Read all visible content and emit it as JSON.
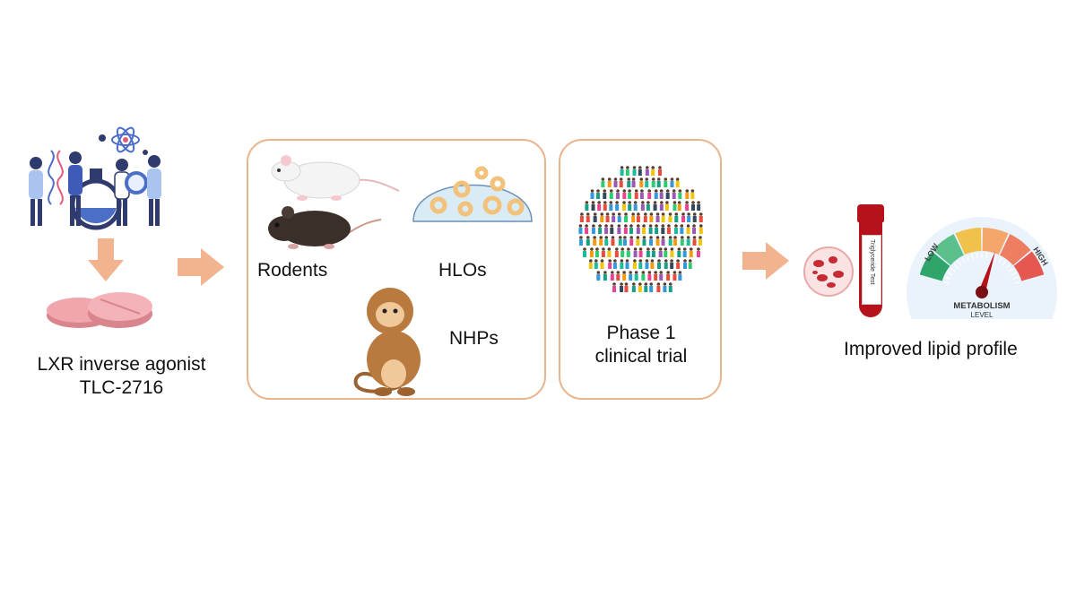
{
  "drug": {
    "line1": "LXR inverse agonist",
    "line2": "TLC-2716"
  },
  "preclinical": {
    "rodents": "Rodents",
    "hlos": "HLOs",
    "nhps": "NHPs"
  },
  "clinical": {
    "line1": "Phase 1",
    "line2": "clinical trial"
  },
  "outcome": {
    "label": "Improved lipid profile"
  },
  "tube": {
    "label": "Triglyceride Test"
  },
  "gauge": {
    "low": "LOW",
    "high": "HIGH",
    "title1": "METABOLISM",
    "title2": "LEVEL"
  },
  "colors": {
    "arrow": "#f2b48e",
    "panel_border": "#e9b48c",
    "pill": "#f1a5ac",
    "blood": "#b5121b"
  }
}
